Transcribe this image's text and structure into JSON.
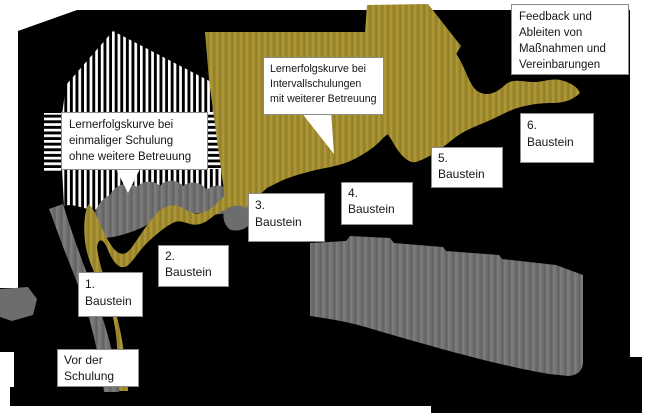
{
  "diagram": {
    "background_color": "#000000",
    "colors": {
      "interval_curve": "#a28b2b",
      "single_curve": "#6f6f6f",
      "label_background": "#ffffff",
      "label_text": "#161616",
      "hatch_stripes": "#ffffff"
    },
    "callouts": {
      "single_training": "Lernerfolgskurve bei einmaliger Schulung ohne weitere Betreuung",
      "interval_training": "Lernerfolgskurve bei Intervallschulungen mit weiterer Betreuung",
      "feedback": "Feedback und Ableiten von Maßnahmen und Vereinbarungen"
    },
    "stages": [
      {
        "line1": "Vor der",
        "line2": "Schulung"
      },
      {
        "line1": "1.",
        "line2": "Baustein"
      },
      {
        "line1": "2.",
        "line2": "Baustein"
      },
      {
        "line1": "3.",
        "line2": "Baustein"
      },
      {
        "line1": "4.",
        "line2": "Baustein"
      },
      {
        "line1": "5.",
        "line2": "Baustein"
      },
      {
        "line1": "6.",
        "line2": "Baustein"
      }
    ]
  }
}
